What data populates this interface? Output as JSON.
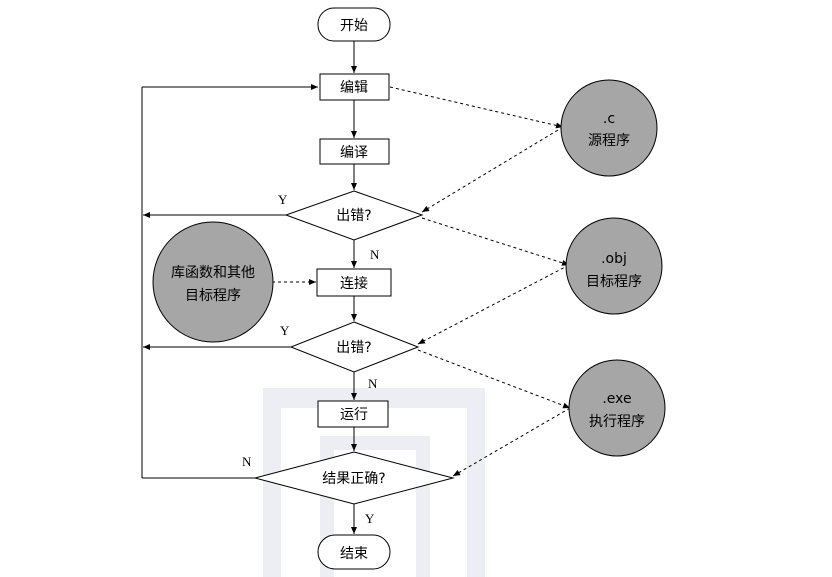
{
  "nodes": {
    "start": "开始",
    "edit": "编辑",
    "compile": "编译",
    "error1": "出错?",
    "link": "连接",
    "error2": "出错?",
    "run": "运行",
    "correct": "结果正确?",
    "end": "结束"
  },
  "edge_labels": {
    "error1_yes": "Y",
    "error1_no": "N",
    "error2_yes": "Y",
    "error2_no": "N",
    "correct_no": "N",
    "correct_yes": "Y"
  },
  "files": {
    "source": {
      "ext": ".c",
      "name": "源程序"
    },
    "object": {
      "ext": ".obj",
      "name": "目标程序"
    },
    "exe": {
      "ext": ".exe",
      "name": "执行程序"
    }
  },
  "library": {
    "line1": "库函数和其他",
    "line2": "目标程序"
  },
  "colors": {
    "circle_fill": "#a6a6a6",
    "line": "#000000",
    "watermark": "#eceef3"
  }
}
